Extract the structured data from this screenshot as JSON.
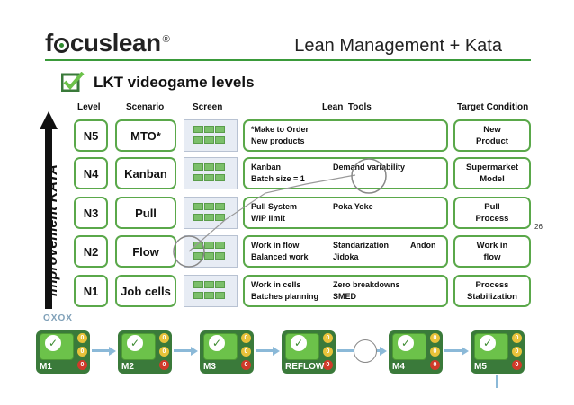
{
  "header": {
    "logo_prefix": "f",
    "logo_middle": "cuslean",
    "logo_mark": "®",
    "title": "Lean Management + Kata",
    "subtitle": "LKT videogame levels"
  },
  "vertical_label": "improvement KATA",
  "columns": {
    "level": "Level",
    "scenario": "Scenario",
    "screen": "Screen",
    "tools": "Lean  Tools",
    "target": "Target Condition"
  },
  "rows": [
    {
      "level": "N5",
      "scenario": "MTO*",
      "tools": [
        "*Make to Order",
        "New products"
      ],
      "tools_b": [],
      "tools_c": [],
      "target": [
        "New",
        "Product"
      ]
    },
    {
      "level": "N4",
      "scenario": "Kanban",
      "tools": [
        "Kanban",
        "Batch size = 1"
      ],
      "tools_b": [
        "Demand variability"
      ],
      "tools_c": [],
      "target": [
        "Supermarket",
        "Model"
      ]
    },
    {
      "level": "N3",
      "scenario": "Pull",
      "tools": [
        "Pull System",
        "WIP limit"
      ],
      "tools_b": [
        "Poka Yoke"
      ],
      "tools_c": [],
      "target": [
        "Pull",
        "Process"
      ]
    },
    {
      "level": "N2",
      "scenario": "Flow",
      "tools": [
        "Work in flow",
        "Balanced work"
      ],
      "tools_b": [
        "Standarization",
        "Jidoka"
      ],
      "tools_c": [
        "Andon"
      ],
      "target": [
        "Work in",
        "flow"
      ]
    },
    {
      "level": "N1",
      "scenario": "Job cells",
      "tools": [
        "Work in cells",
        "Batches planning"
      ],
      "tools_b": [
        "Zero breakdowns",
        "SMED"
      ],
      "tools_c": [],
      "target": [
        "Process",
        "Stabilization"
      ]
    }
  ],
  "page_number": "26",
  "oxox": "OXOX",
  "machines": [
    {
      "label": "M1",
      "counts": [
        "0",
        "0",
        "0"
      ]
    },
    {
      "label": "M2",
      "counts": [
        "0",
        "0",
        "0"
      ]
    },
    {
      "label": "M3",
      "counts": [
        "0",
        "0",
        "0"
      ]
    },
    {
      "label": "REFLOW",
      "counts": [
        "0",
        "0",
        "0"
      ]
    },
    {
      "label": "M4",
      "counts": [
        "0",
        "0",
        "0"
      ]
    },
    {
      "label": "M5",
      "counts": [
        "0",
        "0",
        "0"
      ]
    }
  ],
  "colors": {
    "accent_green": "#5aa84a",
    "rule_green": "#3a9a3a",
    "arrow_blue": "#8bb9d8"
  }
}
